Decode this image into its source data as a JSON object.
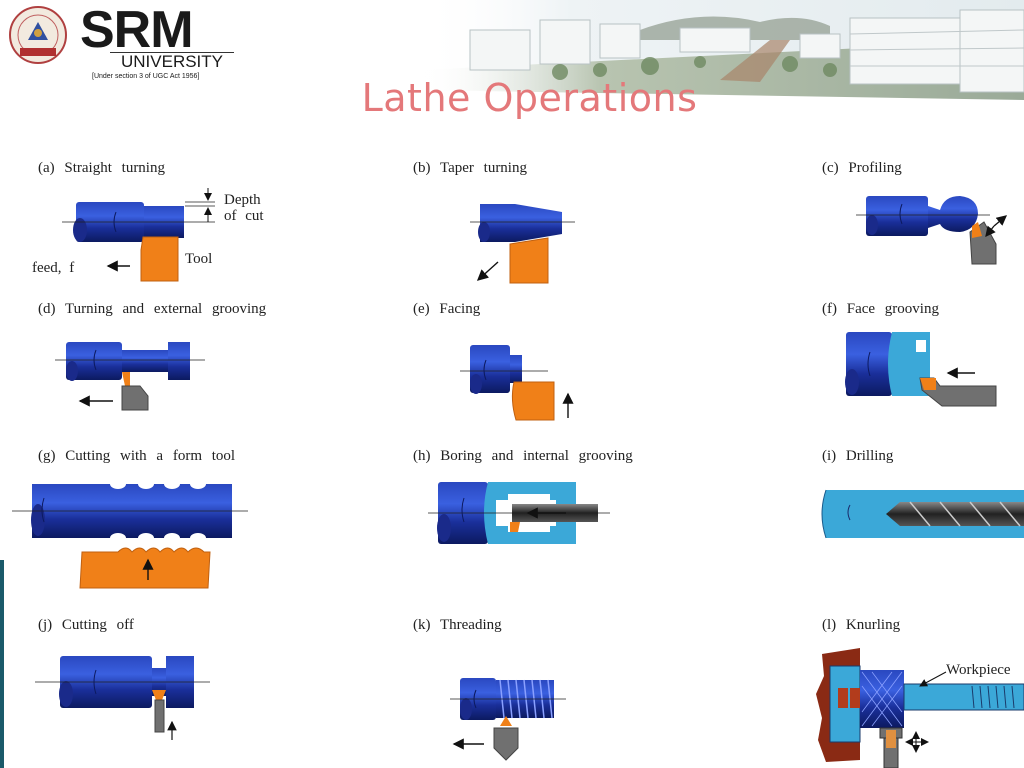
{
  "header": {
    "logo_main": "SRM",
    "logo_sub": "UNIVERSITY",
    "logo_note": "[Under section 3 of UGC Act 1956]",
    "title": "Lathe Operations"
  },
  "operations": [
    {
      "id": "a",
      "label": "(a)  Straight  turning"
    },
    {
      "id": "b",
      "label": "(b)  Taper  turning"
    },
    {
      "id": "c",
      "label": "(c)  Profiling"
    },
    {
      "id": "d",
      "label": "(d)  Turning  and  external  grooving"
    },
    {
      "id": "e",
      "label": "(e)  Facing"
    },
    {
      "id": "f",
      "label": "(f)  Face  grooving"
    },
    {
      "id": "g",
      "label": "(g)  Cutting  with  a  form  tool"
    },
    {
      "id": "h",
      "label": "(h)  Boring  and  internal  grooving"
    },
    {
      "id": "i",
      "label": "(i)  Drilling"
    },
    {
      "id": "j",
      "label": "(j)  Cutting  off"
    },
    {
      "id": "k",
      "label": "(k)  Threading"
    },
    {
      "id": "l",
      "label": "(l)  Knurling"
    }
  ],
  "annotations": {
    "depth": "Depth",
    "of_cut": "of  cut",
    "feed": "feed,  f",
    "tool": "Tool",
    "workpiece": "Workpiece"
  },
  "colors": {
    "workpiece": "#1c3aa8",
    "tool": "#f08018",
    "tool_holder": "#707070",
    "bore": "#3ba8d8",
    "title": "#e4787a"
  }
}
